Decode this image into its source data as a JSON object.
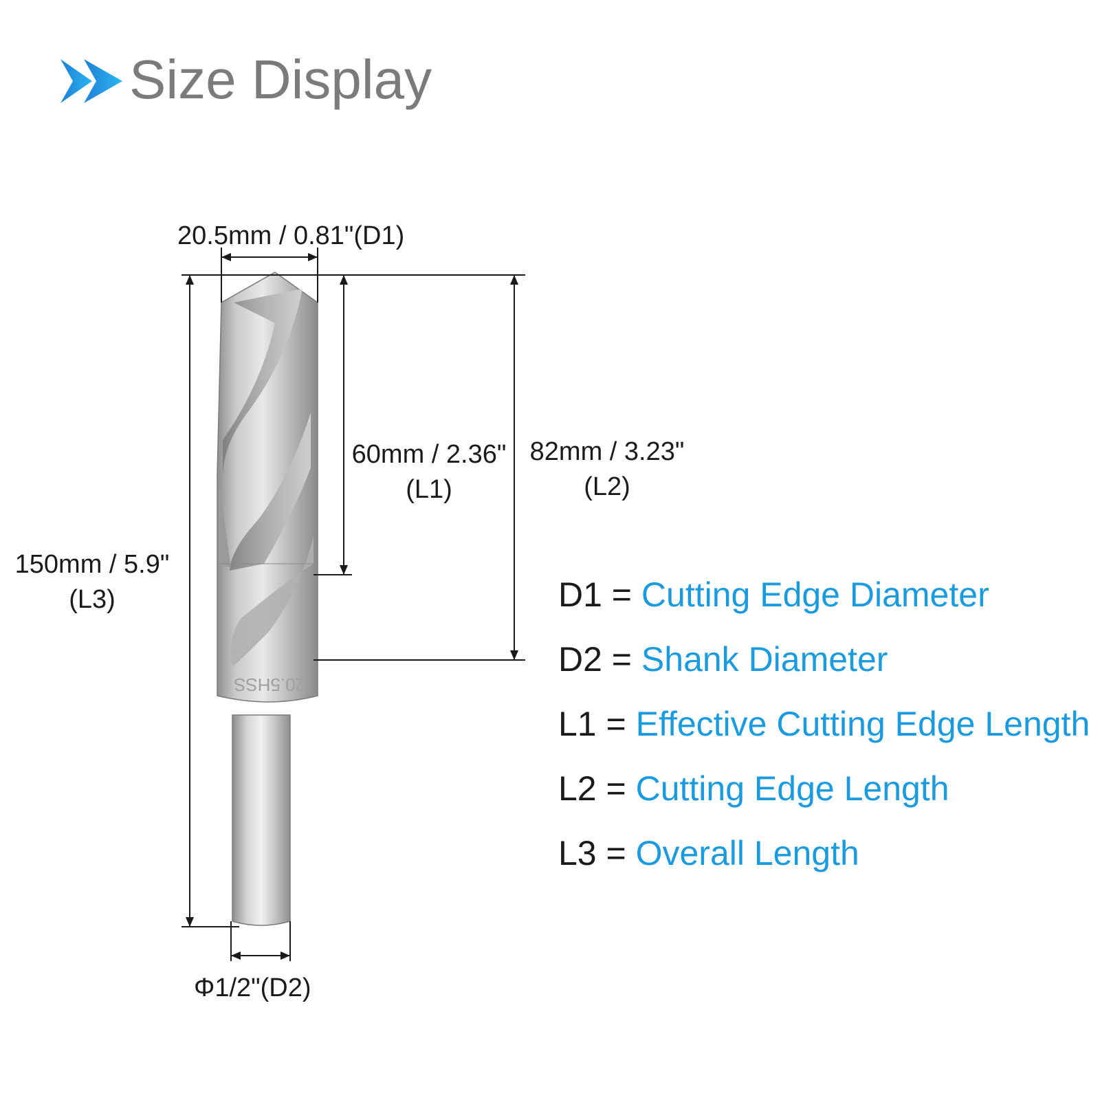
{
  "header": {
    "title": "Size Display",
    "icon": "double-chevron-right-icon",
    "accent_color": "#1a9be0"
  },
  "dimensions": {
    "d1": "20.5mm / 0.81\"(D1)",
    "l1_value": "60mm / 2.36\"",
    "l1_tag": "(L1)",
    "l2_value": "82mm / 3.23\"",
    "l2_tag": "(L2)",
    "l3_value": "150mm / 5.9\"",
    "l3_tag": "(L3)",
    "d2": "Φ1/2\"(D2)"
  },
  "bit_engraving": "20.5HSS",
  "legend": [
    {
      "key": "D1 = ",
      "value": "Cutting Edge Diameter"
    },
    {
      "key": "D2 = ",
      "value": "Shank Diameter"
    },
    {
      "key": "L1 = ",
      "value": "Effective Cutting Edge Length"
    },
    {
      "key": "L2 = ",
      "value": "Cutting Edge Length"
    },
    {
      "key": "L3 = ",
      "value": "Overall Length"
    }
  ]
}
